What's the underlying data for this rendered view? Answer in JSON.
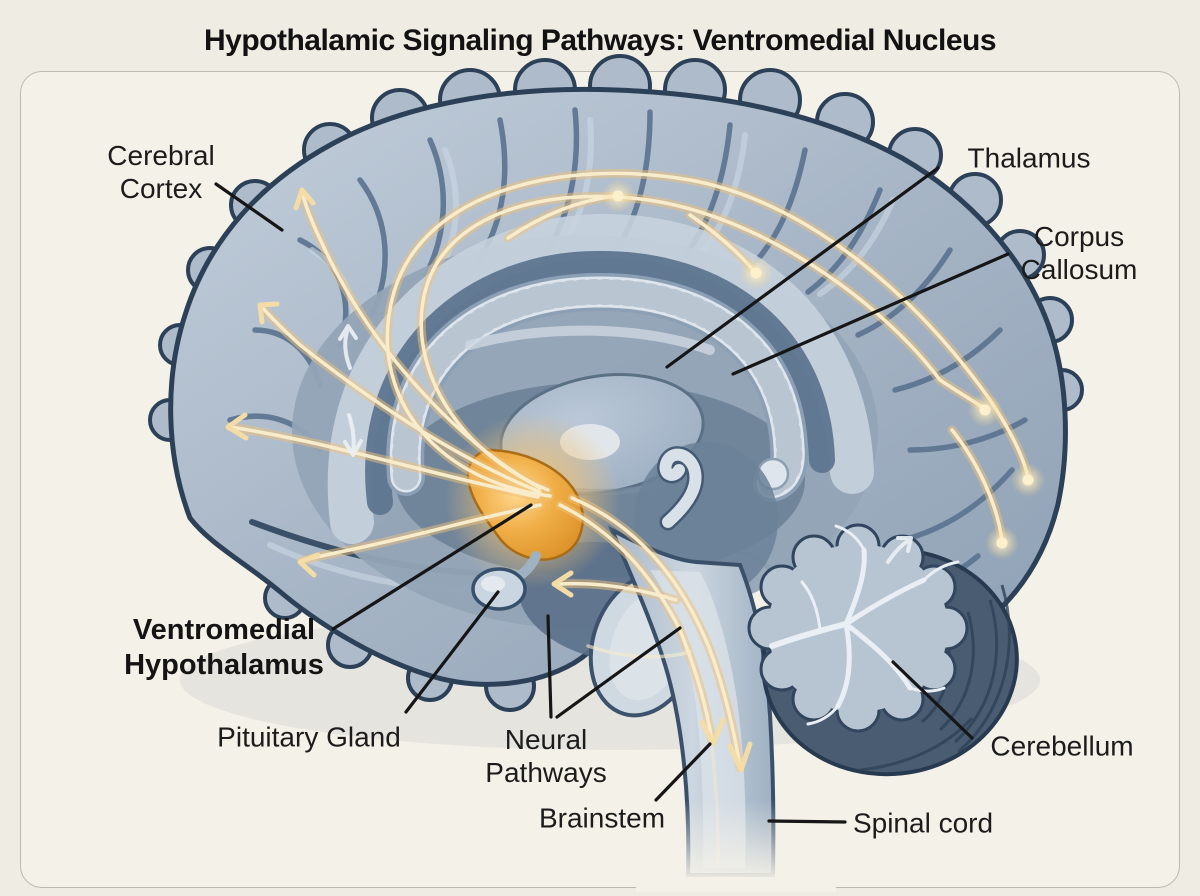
{
  "title": "Hypothalamic Signaling Pathways: Ventromedial Nucleus",
  "labels": {
    "cerebral_cortex": {
      "line1": "Cerebral",
      "line2": "Cortex"
    },
    "thalamus": {
      "text": "Thalamus"
    },
    "corpus_callosum": {
      "line1": "Corpus",
      "line2": "Callosum"
    },
    "ventromedial_hypothalamus": {
      "line1": "Ventromedial",
      "line2": "Hypothalamus"
    },
    "pituitary_gland": {
      "text": "Pituitary Gland"
    },
    "neural_pathways": {
      "line1": "Neural",
      "line2": "Pathways"
    },
    "brainstem": {
      "text": "Brainstem"
    },
    "cerebellum": {
      "text": "Cerebellum"
    },
    "spinal_cord": {
      "text": "Spinal cord"
    }
  },
  "colors": {
    "background": "#efece3",
    "panel": "#f4f1e8",
    "panel_border": "#bcb9b0",
    "label_color": "#1c1c1c",
    "leader_color": "#161616",
    "brain_fill": "#a9b7c7",
    "brain_outline": "#2c4158",
    "corpus_callosum_band": "#dee5ec",
    "thalamus_fill": "#a7b7ca",
    "hypothalamus_orange": "#e9a23b",
    "pathway": "#f8ecca",
    "pathway_glow": "#eec17b",
    "cerebellum_dark": "#4a5c72",
    "cerebellum_light": "#b7c4d2",
    "arbor_white": "#e9eff4"
  }
}
